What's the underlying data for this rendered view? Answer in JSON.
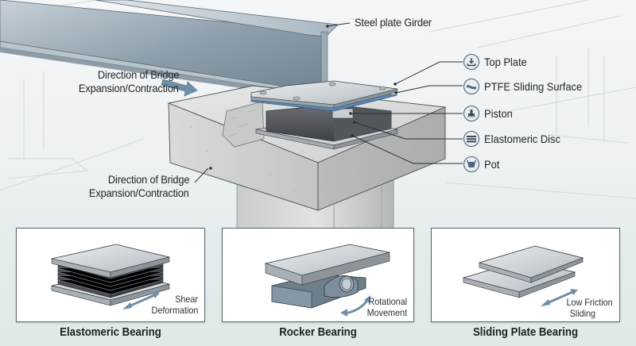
{
  "diagram": {
    "main_labels": {
      "girder": "Steel plate Girder",
      "direction_top_line1": "Direction of Bridge",
      "direction_top_line2": "Expansion/Contraction",
      "direction_bottom_line1": "Direction of Bridge",
      "direction_bottom_line2": "Expansion/Contraction"
    },
    "components": [
      {
        "label": "Top Plate",
        "icon": "download-tray-icon"
      },
      {
        "label": "PTFE Sliding Surface",
        "icon": "wave-icon"
      },
      {
        "label": "Piston",
        "icon": "piston-icon"
      },
      {
        "label": "Elastomeric Disc",
        "icon": "layers-icon"
      },
      {
        "label": "Pot",
        "icon": "pot-icon"
      }
    ],
    "bearing_types": [
      {
        "title": "Elastomeric Bearing",
        "note_line1": "Shear",
        "note_line2": "Deformation"
      },
      {
        "title": "Rocker Bearing",
        "note_line1": "Rotational",
        "note_line2": "Movement"
      },
      {
        "title": "Sliding Plate Bearing",
        "note_line1": "Low Friction",
        "note_line2": "Sliding"
      }
    ],
    "colors": {
      "steel": "#8fa3b0",
      "concrete": "#d4d6d6",
      "ptfe_blue": "#5b86b0",
      "arrow": "#6f8fa6",
      "text": "#1f2428"
    }
  }
}
